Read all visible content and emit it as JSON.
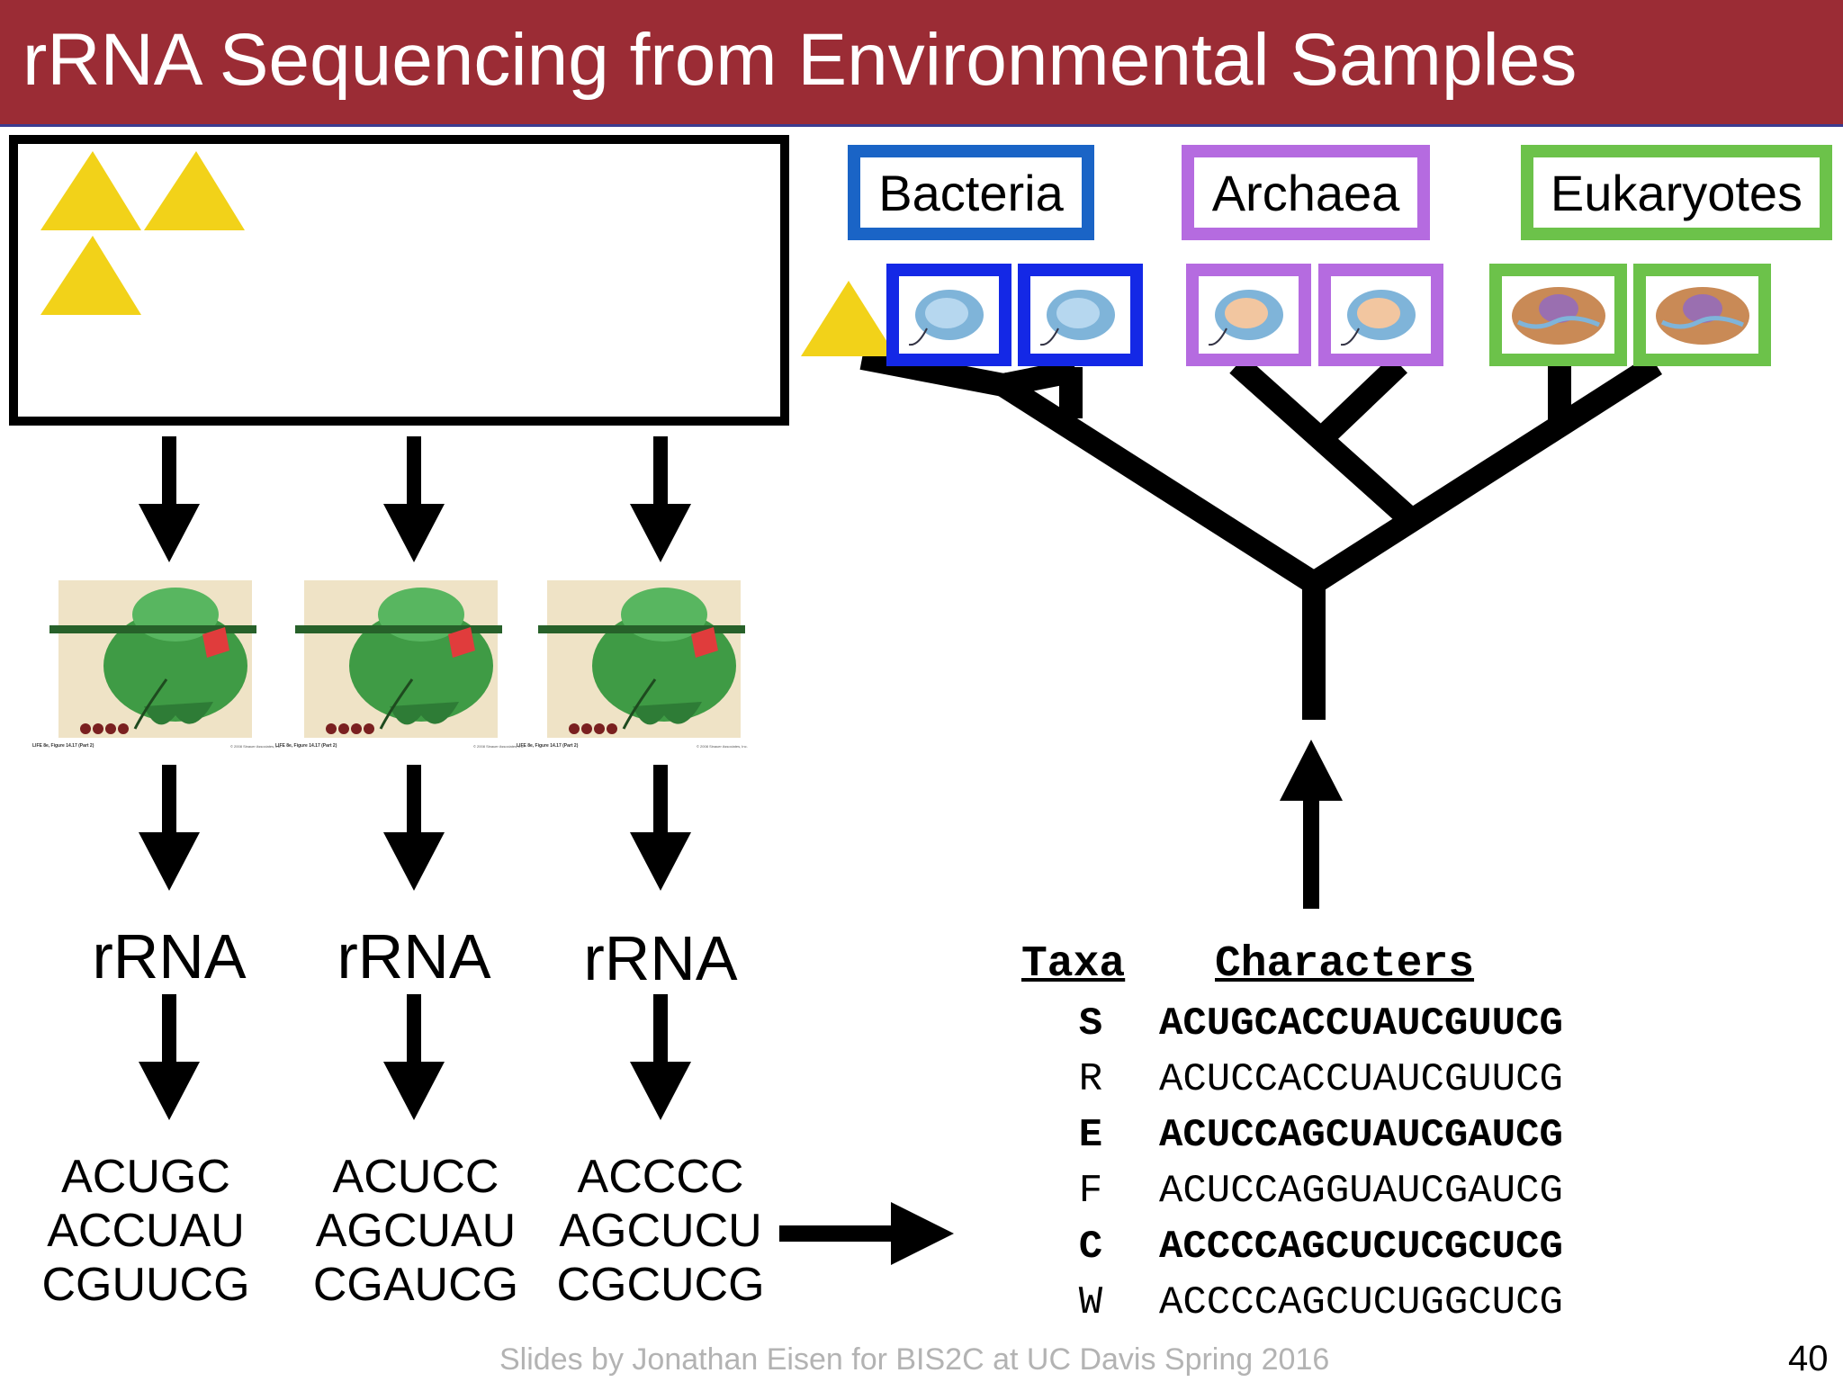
{
  "slide": {
    "title": "rRNA Sequencing from Environmental Samples",
    "footer": "Slides by Jonathan Eisen for BIS2C at UC Davis Spring 2016",
    "page_number": "40"
  },
  "colors": {
    "title_bar": "#9b2c35",
    "bacteria": "#1a64c6",
    "bacteria_cells": "#1428e6",
    "archaea": "#b56be0",
    "eukaryotes": "#6cc24a",
    "sample_triangle": "#f2d219"
  },
  "columns": [
    {
      "label": "rRNA",
      "sequence": [
        "ACUGC",
        "ACCUAU",
        "CGUUCG"
      ]
    },
    {
      "label": "rRNA",
      "sequence": [
        "ACUCC",
        "AGCUAU",
        "CGAUCG"
      ]
    },
    {
      "label": "rRNA",
      "sequence": [
        "ACCCC",
        "AGCUCU",
        "CGCUCG"
      ]
    }
  ],
  "ribosome_figure": {
    "caption": "LIFE 8e, Figure 14.17 (Part 2)",
    "credit": "© 2008 Sinauer Associates, Inc."
  },
  "domains": {
    "bacteria": "Bacteria",
    "archaea": "Archaea",
    "eukaryotes": "Eukaryotes"
  },
  "alignment": {
    "taxa_header": "Taxa",
    "characters_header": "Characters",
    "rows": [
      {
        "taxon": "S",
        "characters": "ACUGCACCUAUCGUUCG",
        "bold": true
      },
      {
        "taxon": "R",
        "characters": "ACUCCACCUAUCGUUCG",
        "bold": false
      },
      {
        "taxon": "E",
        "characters": "ACUCCAGCUAUCGAUCG",
        "bold": true
      },
      {
        "taxon": "F",
        "characters": "ACUCCAGGUAUCGAUCG",
        "bold": false
      },
      {
        "taxon": "C",
        "characters": "ACCCCAGCUCUCGCUCG",
        "bold": true
      },
      {
        "taxon": "W",
        "characters": "ACCCCAGCUCUGGCUCG",
        "bold": false
      }
    ]
  }
}
